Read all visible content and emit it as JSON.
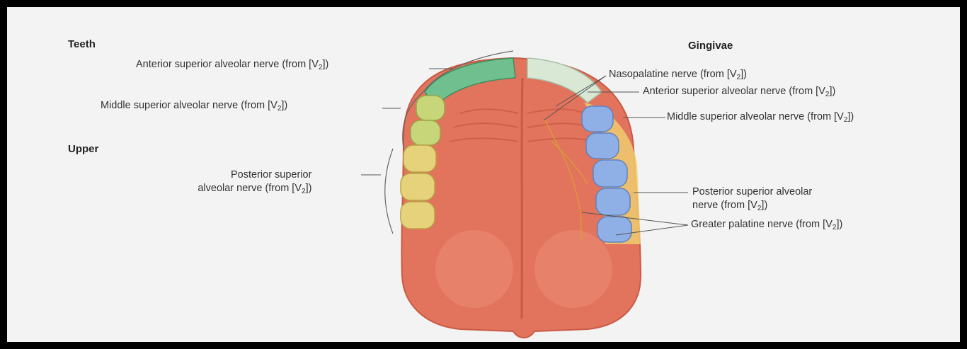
{
  "headers": {
    "teeth": "Teeth",
    "gingivae": "Gingivae",
    "upper": "Upper"
  },
  "labels": {
    "ant_sup_left": {
      "pre": "Anterior superior alveolar nerve (from [V",
      "sub": "2",
      "post": "])"
    },
    "mid_sup_left": {
      "pre": "Middle superior alveolar nerve (from [V",
      "sub": "2",
      "post": "])"
    },
    "post_sup_left": {
      "line1": "Posterior superior",
      "pre": "alveolar nerve (from [V",
      "sub": "2",
      "post": "])"
    },
    "nasopalatine": {
      "pre": "Nasopalatine nerve (from [V",
      "sub": "2",
      "post": "])"
    },
    "ant_sup_right": {
      "pre": "Anterior superior alveolar nerve (from [V",
      "sub": "2",
      "post": "])"
    },
    "mid_sup_right": {
      "pre": "Middle superior alveolar nerve (from [V",
      "sub": "2",
      "post": "])"
    },
    "post_sup_right": {
      "line1": "Posterior superior alveolar",
      "pre": "nerve (from [V",
      "sub": "2",
      "post": "])"
    },
    "greater_palatine": {
      "pre": "Greater palatine nerve (from [V",
      "sub": "2",
      "post": "])"
    }
  },
  "colors": {
    "palate": "#e2735c",
    "palate_dark": "#c95a44",
    "anterior_teeth": "#6fbf8f",
    "middle_teeth": "#c8d67a",
    "posterior_teeth": "#e6d27a",
    "gum_blue": "#8fb0e6",
    "gum_yellow": "#f0d270",
    "nerve": "#d89a3a"
  }
}
